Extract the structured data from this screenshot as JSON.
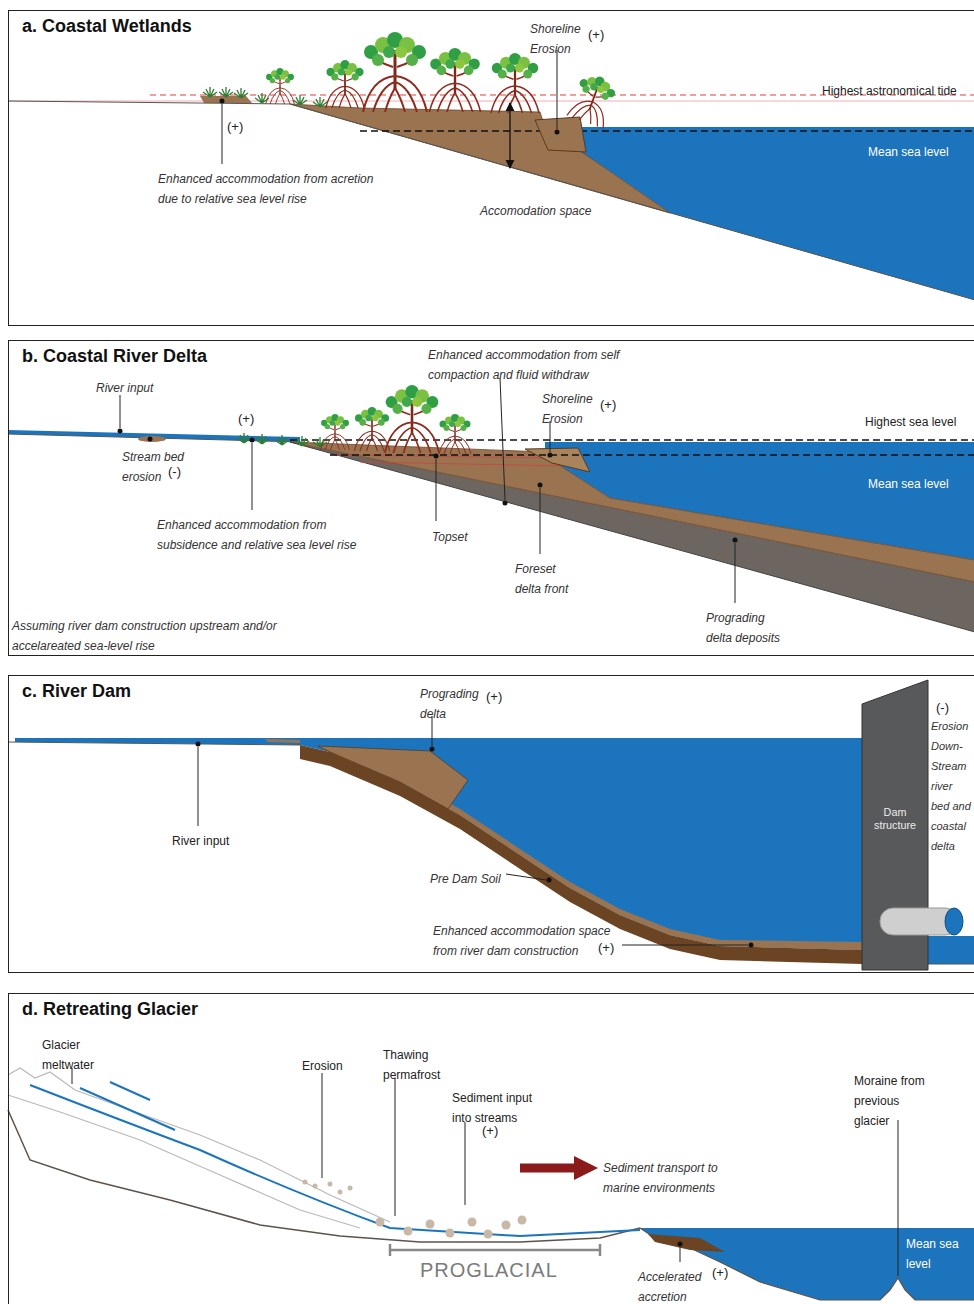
{
  "diagram": {
    "nodes": [
      {
        "text": [
          "a. Coastal Wetlands"
        ]
      },
      {
        "text": [
          "b. Coastal River Delta"
        ]
      },
      {
        "text": [
          "c. River Dam"
        ]
      },
      {
        "text": [
          "Dam structure"
        ],
        "in": 2
      },
      {
        "text": [
          "d. Retreating Glacier"
        ]
      }
    ],
    "labels": [
      "(+)",
      "Enhanced accommodation from acretion due to relative sea level rise",
      "Shoreline Erosion",
      "(+)",
      "Highest astronomical tide",
      "Mean sea level",
      "Accomodation space",
      "River input",
      "Stream bed erosion",
      "(-)",
      "(+)",
      "Enhanced accommodation from subsidence and relative sea level rise",
      "Enhanced accommodation from self compaction and fluid withdraw",
      "Shoreline Erosion",
      "(+)",
      "Highest sea level",
      "Mean sea level",
      "Topset",
      "Foreset delta front",
      "Prograding delta deposits",
      "Assuming river dam construction upstream and/or accelareated sea-level rise",
      "Prograding delta",
      "(+)",
      "River input",
      "Pre Dam Soil",
      "Enhanced accommodation space from river dam construction",
      "(+)",
      "(-)",
      "Erosion Down-Stream river bed and coastal delta",
      "Glacier meltwater",
      "Erosion",
      "Thawing permafrost",
      "Sediment input into streams",
      "(+)",
      "Sediment transport to marine environments",
      "PROGLACIAL",
      "Moraine from previous glacier",
      "Mean sea level",
      "Accelerated accretion",
      "(+)"
    ]
  }
}
